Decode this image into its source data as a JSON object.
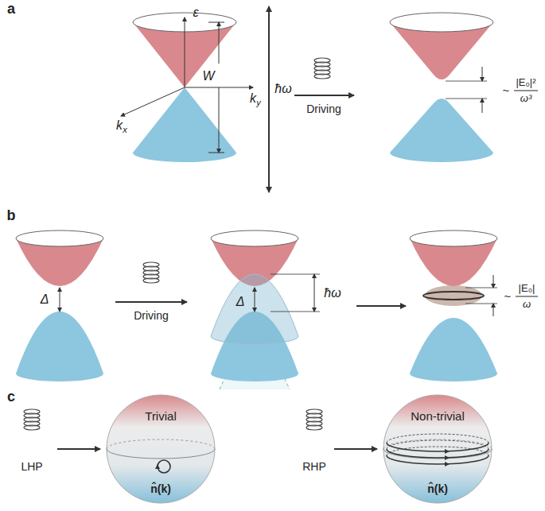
{
  "diagram": {
    "nodes": [
      {
        "text": [
          "Trivial",
          "n̂(k)"
        ]
      },
      {
        "text": [
          "Non-trivial",
          "n̂(k)"
        ]
      }
    ],
    "labels": [
      "a",
      "ε",
      "W",
      "ħω",
      "k",
      "x",
      "k",
      "y",
      "Driving",
      "~",
      "|E₀|²",
      "ω³",
      "b",
      "Δ",
      "Driving",
      "Δ",
      "ħω",
      "~",
      "|E₀|",
      "ω",
      "c",
      "LHP",
      "RHP"
    ]
  }
}
